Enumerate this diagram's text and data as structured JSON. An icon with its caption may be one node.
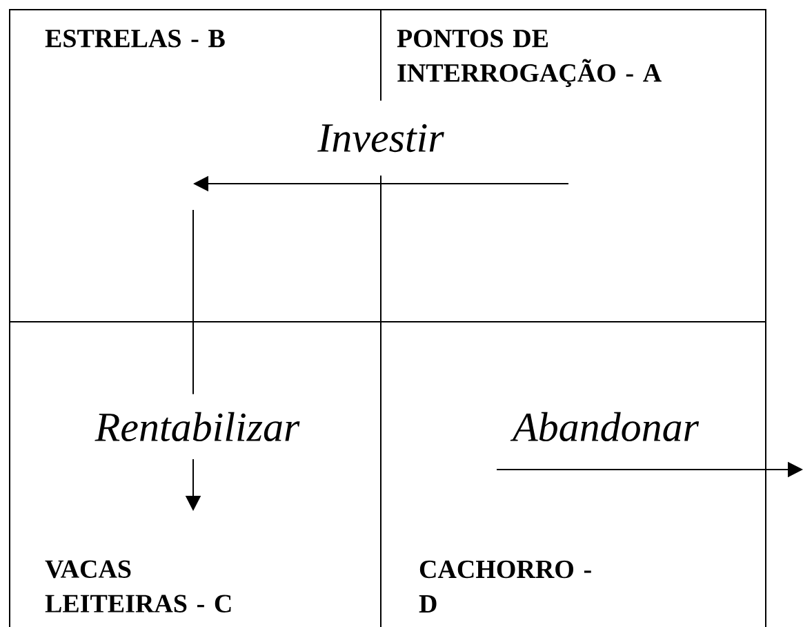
{
  "diagram": {
    "nodes": [
      {
        "text": [
          "ESTRELAS - B"
        ]
      },
      {
        "text": [
          "PONTOS DE INTERROGAÇÃO - A"
        ]
      },
      {
        "text": [
          "VACAS LEITEIRAS - C"
        ]
      },
      {
        "text": [
          "CACHORRO - D"
        ]
      }
    ],
    "edges": [
      {
        "from": 1,
        "to": 0,
        "arrow": "to",
        "label": "Investir"
      },
      {
        "from": 0,
        "to": 2,
        "arrow": "to",
        "label": "Rentabilizar"
      },
      {
        "from": 3,
        "to": null,
        "arrow": "to",
        "label": "Abandonar"
      }
    ]
  }
}
